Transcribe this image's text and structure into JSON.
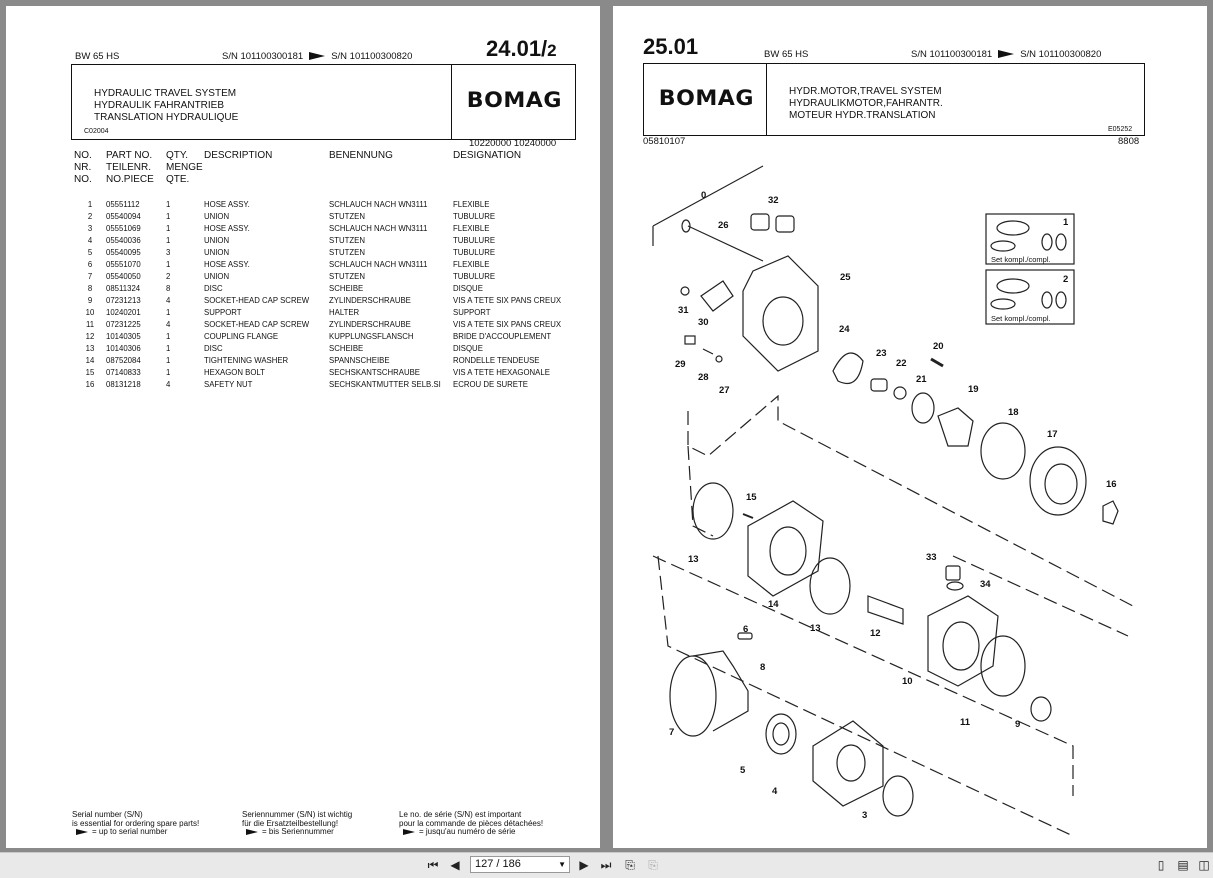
{
  "left_page": {
    "model": "BW 65 HS",
    "serial_from": "S/N 101100300181",
    "serial_to": "S/N 101100300820",
    "page_number": "24.01/",
    "page_number_sub": "2",
    "title_lines": [
      "HYDRAULIC TRAVEL SYSTEM",
      "HYDRAULIK FAHRANTRIEB",
      "TRANSLATION HYDRAULIQUE"
    ],
    "code": "C02004",
    "logo": "BOMAG",
    "ref_numbers": "10220000   10240000",
    "headers": {
      "no": [
        "NO.",
        "NR.",
        "NO."
      ],
      "part": [
        "PART NO.",
        "TEILENR.",
        "NO.PIECE"
      ],
      "qty": [
        "QTY.",
        "MENGE",
        "QTE."
      ],
      "description": "DESCRIPTION",
      "benennung": "BENENNUNG",
      "designation": "DESIGNATION"
    },
    "parts": [
      {
        "no": "1",
        "part": "05551112",
        "qty": "1",
        "desc": "HOSE ASSY.",
        "de": "SCHLAUCH NACH WN3111",
        "fr": "FLEXIBLE"
      },
      {
        "no": "2",
        "part": "05540094",
        "qty": "1",
        "desc": "UNION",
        "de": "STUTZEN",
        "fr": "TUBULURE"
      },
      {
        "no": "3",
        "part": "05551069",
        "qty": "1",
        "desc": "HOSE ASSY.",
        "de": "SCHLAUCH NACH WN3111",
        "fr": "FLEXIBLE"
      },
      {
        "no": "4",
        "part": "05540036",
        "qty": "1",
        "desc": "UNION",
        "de": "STUTZEN",
        "fr": "TUBULURE"
      },
      {
        "no": "5",
        "part": "05540095",
        "qty": "3",
        "desc": "UNION",
        "de": "STUTZEN",
        "fr": "TUBULURE"
      },
      {
        "no": "6",
        "part": "05551070",
        "qty": "1",
        "desc": "HOSE ASSY.",
        "de": "SCHLAUCH NACH WN3111",
        "fr": "FLEXIBLE"
      },
      {
        "no": "7",
        "part": "05540050",
        "qty": "2",
        "desc": "UNION",
        "de": "STUTZEN",
        "fr": "TUBULURE"
      },
      {
        "no": "8",
        "part": "08511324",
        "qty": "8",
        "desc": "DISC",
        "de": "SCHEIBE",
        "fr": "DISQUE"
      },
      {
        "no": "9",
        "part": "07231213",
        "qty": "4",
        "desc": "SOCKET-HEAD CAP SCREW",
        "de": "ZYLINDERSCHRAUBE",
        "fr": "VIS A TETE SIX PANS CREUX"
      },
      {
        "no": "10",
        "part": "10240201",
        "qty": "1",
        "desc": "SUPPORT",
        "de": "HALTER",
        "fr": "SUPPORT"
      },
      {
        "no": "11",
        "part": "07231225",
        "qty": "4",
        "desc": "SOCKET-HEAD CAP SCREW",
        "de": "ZYLINDERSCHRAUBE",
        "fr": "VIS A TETE SIX PANS CREUX"
      },
      {
        "no": "12",
        "part": "10140305",
        "qty": "1",
        "desc": "COUPLING FLANGE",
        "de": "KUPPLUNGSFLANSCH",
        "fr": "BRIDE D'ACCOUPLEMENT"
      },
      {
        "no": "13",
        "part": "10140306",
        "qty": "1",
        "desc": "DISC",
        "de": "SCHEIBE",
        "fr": "DISQUE"
      },
      {
        "no": "14",
        "part": "08752084",
        "qty": "1",
        "desc": "TIGHTENING WASHER",
        "de": "SPANNSCHEIBE",
        "fr": "RONDELLE TENDEUSE"
      },
      {
        "no": "15",
        "part": "07140833",
        "qty": "1",
        "desc": "HEXAGON BOLT",
        "de": "SECHSKANTSCHRAUBE",
        "fr": "VIS A TETE HEXAGONALE"
      },
      {
        "no": "16",
        "part": "08131218",
        "qty": "4",
        "desc": "SAFETY NUT",
        "de": "SECHSKANTMUTTER SELB.SI",
        "fr": "ECROU DE SURETE"
      }
    ],
    "footer": {
      "en": [
        "Serial number (S/N)",
        "is essential for ordering spare parts!",
        "= up to serial number"
      ],
      "de": [
        "Seriennummer (S/N) ist wichtig",
        "für die Ersatzteilbestellung!",
        "= bis Seriennummer"
      ],
      "fr": [
        "Le no. de série (S/N) est important",
        "pour la commande de pièces détachées!",
        "= jusqu'au numéro de série"
      ]
    }
  },
  "right_page": {
    "page_number": "25.01",
    "model": "BW 65 HS",
    "serial_from": "S/N 101100300181",
    "serial_to": "S/N 101100300820",
    "logo": "BOMAG",
    "title_lines": [
      "HYDR.MOTOR,TRAVEL SYSTEM",
      "HYDRAULIKMOTOR,FAHRANTR.",
      "MOTEUR HYDR.TRANSLATION"
    ],
    "code": "E05252",
    "doc_number": "05810107",
    "revision": "8808",
    "diagram_labels": [
      "0",
      "32",
      "26",
      "25",
      "31",
      "30",
      "24",
      "23",
      "22",
      "21",
      "20",
      "19",
      "18",
      "17",
      "16",
      "29",
      "28",
      "27",
      "15",
      "13",
      "14",
      "33",
      "34",
      "12",
      "13",
      "10",
      "11",
      "9",
      "6",
      "8",
      "7",
      "5",
      "4",
      "3",
      "1",
      "2"
    ],
    "kit_label": "Set kompl./compl."
  },
  "toolbar": {
    "page_indicator": "127 / 186"
  }
}
